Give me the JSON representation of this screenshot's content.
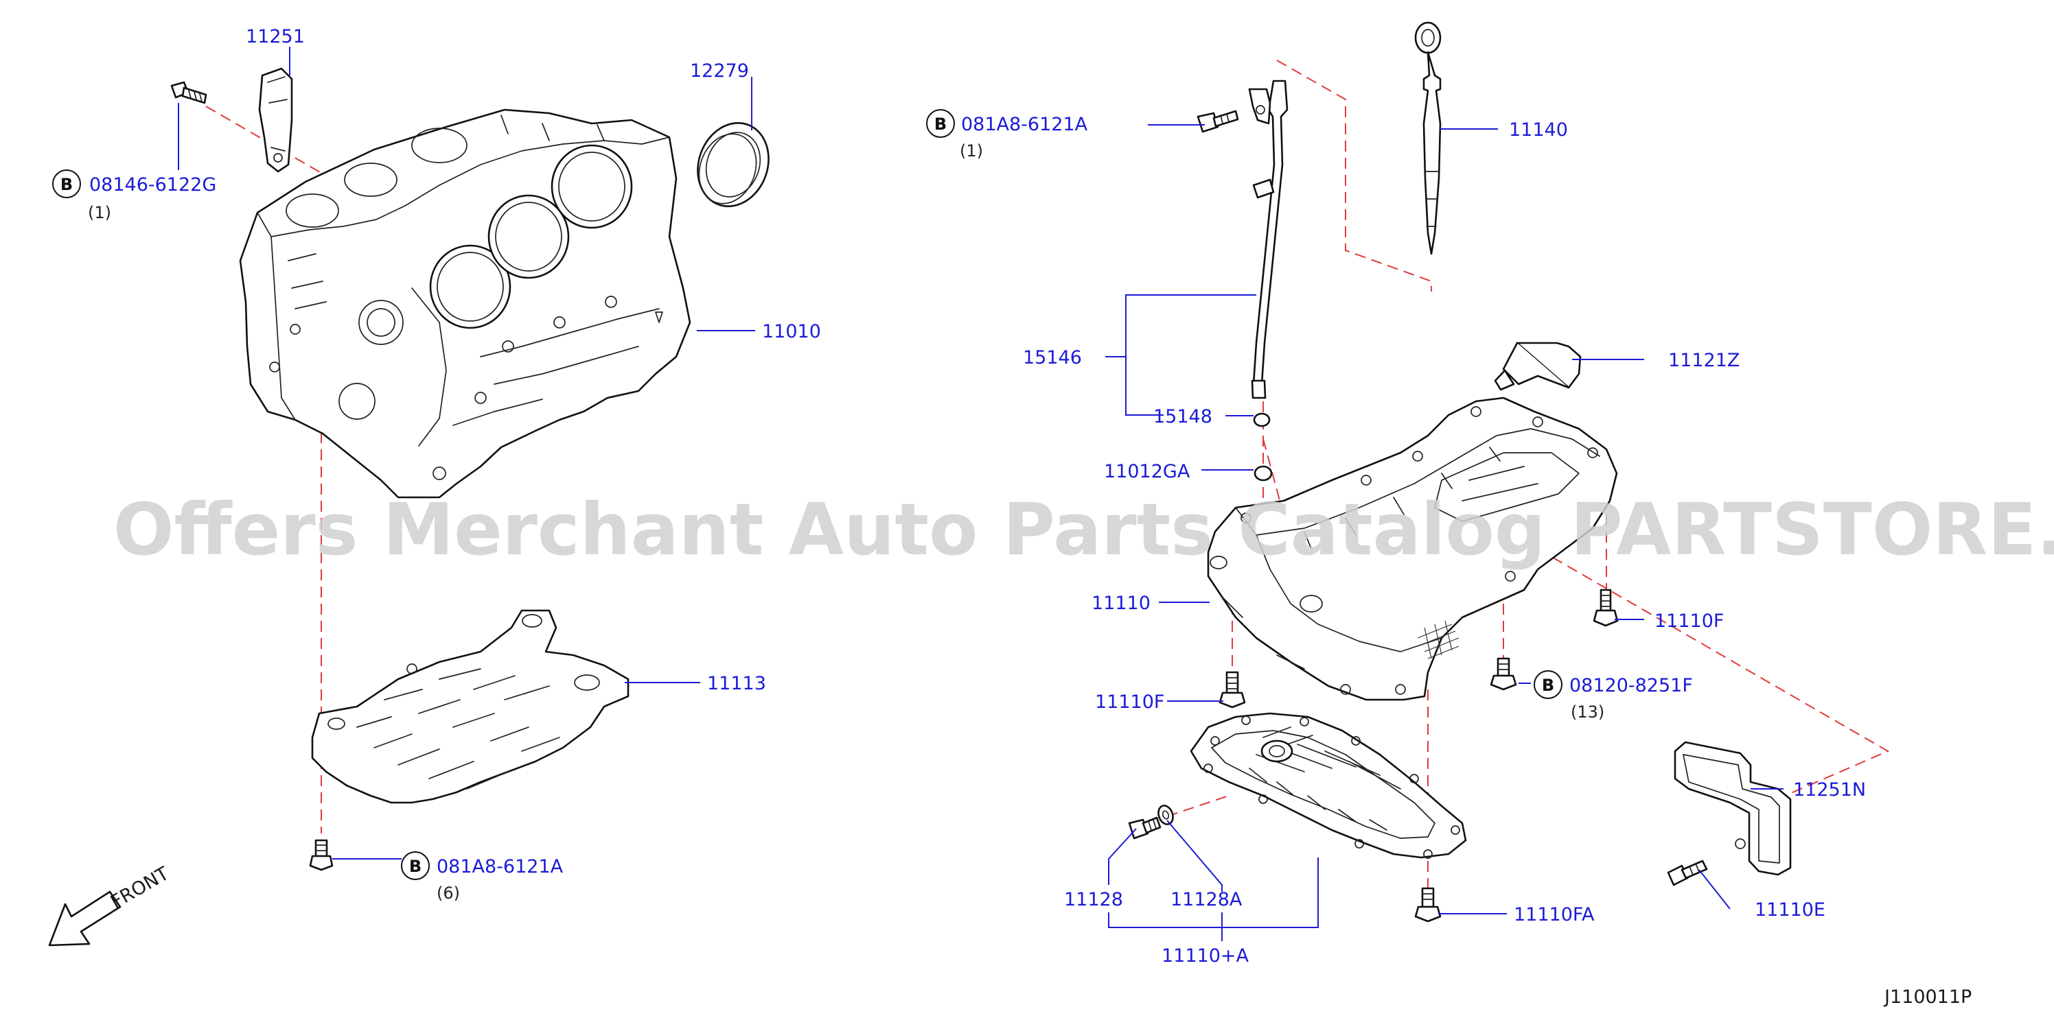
{
  "watermark": "Offers Merchant Auto Parts Catalog PARTSTORE.SA",
  "diagram_code": "J110011P",
  "front_label": "FRONT",
  "b_mark": "B",
  "colors": {
    "part_number": "#1b1bd6",
    "leader": "#1b1bd6",
    "phantom_line": "#e03a3a",
    "drawing": "#111111",
    "watermark": "#d0d0d0"
  },
  "callouts": {
    "p11251": "11251",
    "p12279": "12279",
    "p11010": "11010",
    "p11113": "11113",
    "b08146": {
      "part": "08146-6122G",
      "qty": "(1)"
    },
    "b081a8_left": {
      "part": "081A8-6121A",
      "qty": "(6)"
    },
    "b081a8_right": {
      "part": "081A8-6121A",
      "qty": "(1)"
    },
    "p11140": "11140",
    "p15146": "15146",
    "p15148": "15148",
    "p11012GA": "11012GA",
    "p11121Z": "11121Z",
    "p11110": "11110",
    "p11110F_right": "11110F",
    "p11110F_left": "11110F",
    "b08120": {
      "part": "08120-8251F",
      "qty": "(13)"
    },
    "p11251N": "11251N",
    "p11110E": "11110E",
    "p11128": "11128",
    "p11128A": "11128A",
    "p11110A": "11110+A",
    "p11110FA": "11110FA"
  }
}
